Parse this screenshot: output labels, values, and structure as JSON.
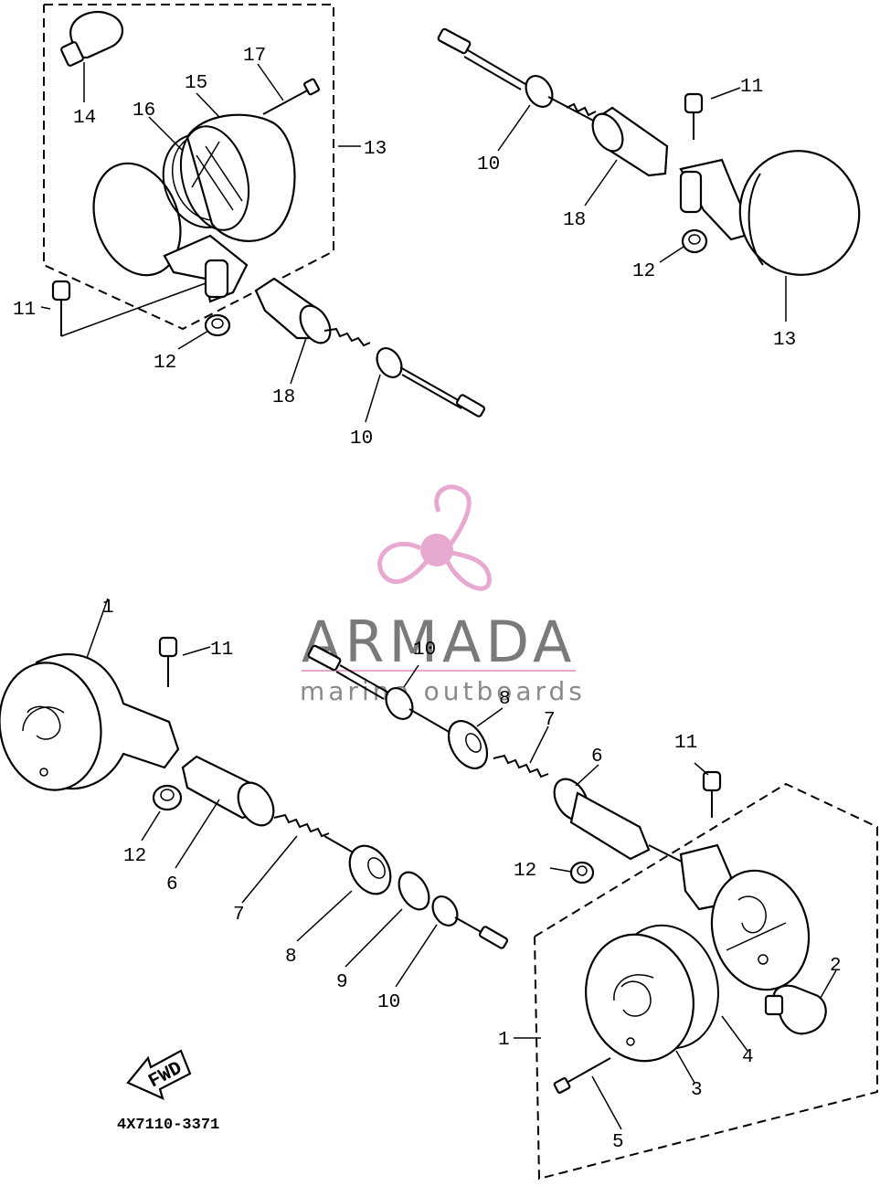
{
  "callouts": {
    "top_left": {
      "n14": "14",
      "n15": "15",
      "n16": "16",
      "n17": "17",
      "n13": "13",
      "n11": "11",
      "n12": "12",
      "n18": "18",
      "n10": "10"
    },
    "top_right": {
      "n11": "11",
      "n10": "10",
      "n18": "18",
      "n12": "12",
      "n13": "13"
    },
    "bottom_left": {
      "n1": "1",
      "n11": "11",
      "n12": "12",
      "n6": "6",
      "n7": "7",
      "n8": "8",
      "n9": "9",
      "n10": "10"
    },
    "bottom_center": {
      "n10": "10",
      "n8": "8",
      "n7": "7",
      "n6": "6"
    },
    "bottom_right": {
      "n11": "11",
      "n12": "12",
      "n2": "2",
      "n1": "1",
      "n4": "4",
      "n3": "3",
      "n5": "5"
    }
  },
  "fwd_label": "FWD",
  "diagram_code": "4X7110-3371",
  "watermark": {
    "brand": "ARMADA",
    "tagline": "marine outboards",
    "color": "#e7a9cf"
  }
}
